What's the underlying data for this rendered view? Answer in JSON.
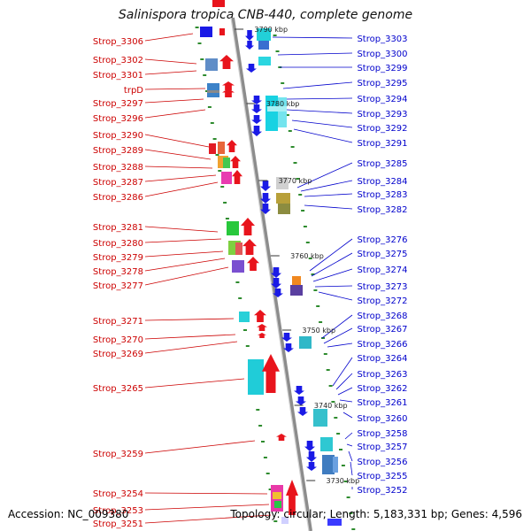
{
  "title": "Salinispora tropica CNB-440, complete genome",
  "footer": {
    "accession": "Accession: NC_009380",
    "topology": "Topology: circular; Length: 5,183,331 bp; Genes: 4,596"
  },
  "ruler_marks": [
    "3790 kbp",
    "3780 kbp",
    "3770 kbp",
    "3760 kbp",
    "3750 kbp",
    "3740 kbp",
    "3730 kbp"
  ],
  "left_labels": [
    "Strop_3306",
    "Strop_3302",
    "Strop_3301",
    "trpD",
    "Strop_3297",
    "Strop_3296",
    "Strop_3290",
    "Strop_3289",
    "Strop_3288",
    "Strop_3287",
    "Strop_3286",
    "Strop_3281",
    "Strop_3280",
    "Strop_3279",
    "Strop_3278",
    "Strop_3277",
    "Strop_3271",
    "Strop_3270",
    "Strop_3269",
    "Strop_3265",
    "Strop_3259",
    "Strop_3254",
    "Strop_3253",
    "Strop_3251"
  ],
  "right_labels": [
    "Strop_3303",
    "Strop_3300",
    "Strop_3299",
    "Strop_3295",
    "Strop_3294",
    "Strop_3293",
    "Strop_3292",
    "Strop_3291",
    "Strop_3285",
    "Strop_3284",
    "Strop_3283",
    "Strop_3282",
    "Strop_3276",
    "Strop_3275",
    "Strop_3274",
    "Strop_3273",
    "Strop_3272",
    "Strop_3268",
    "Strop_3267",
    "Strop_3266",
    "Strop_3264",
    "Strop_3263",
    "Strop_3262",
    "Strop_3261",
    "Strop_3260",
    "Strop_3258",
    "Strop_3257",
    "Strop_3256",
    "Strop_3255",
    "Strop_3252"
  ],
  "colors": {
    "forward_strand": "#e8141c",
    "reverse_strand": "#1a1ae6",
    "left_label": "#cc0000",
    "right_label": "#0000cc",
    "tick": "#2e8b2e",
    "backbone": "#a8a8a8"
  }
}
